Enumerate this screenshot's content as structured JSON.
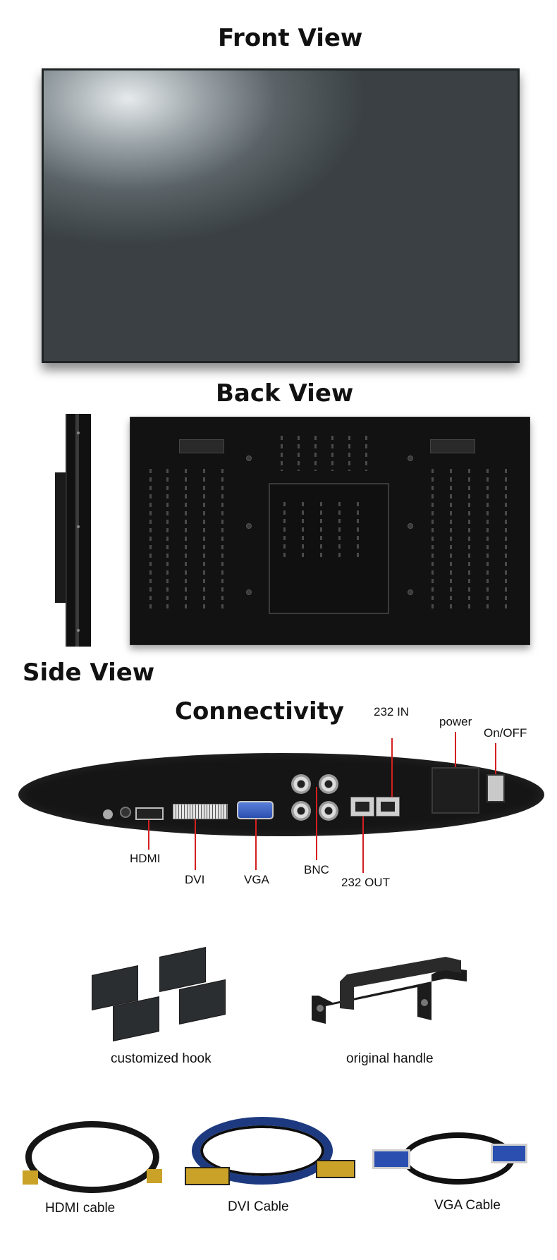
{
  "sections": {
    "front_title": "Front View",
    "back_title": "Back View",
    "side_title": "Side View",
    "connectivity_title": "Connectivity"
  },
  "ports": {
    "hdmi": "HDMI",
    "dvi": "DVI",
    "vga": "VGA",
    "bnc": "BNC",
    "rs232_out": "232 OUT",
    "rs232_in": "232 IN",
    "power": "power",
    "on_off": "On/OFF"
  },
  "accessories": {
    "hook": "customized hook",
    "handle": "original handle",
    "hdmi_cable": "HDMI cable",
    "dvi_cable": "DVI Cable",
    "vga_cable": "VGA Cable"
  },
  "colors": {
    "lead_line": "#d42020",
    "vga_port": "#2a4fb0"
  }
}
